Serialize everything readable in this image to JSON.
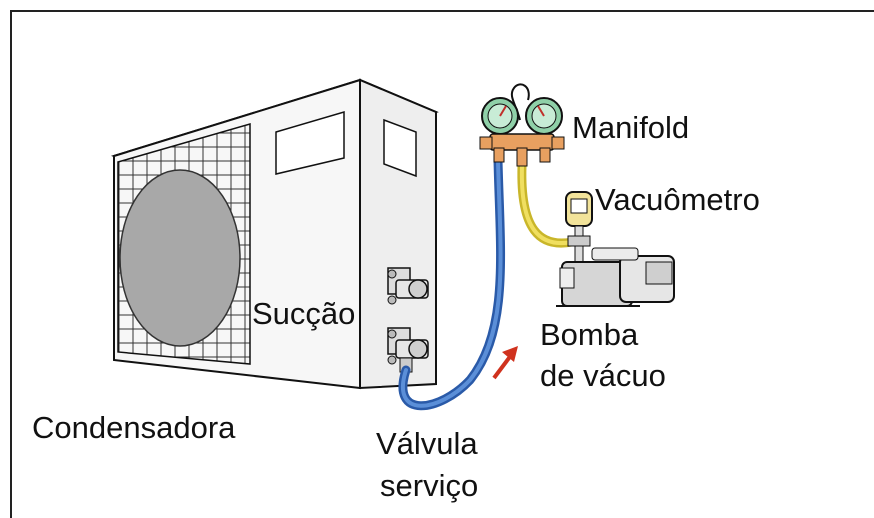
{
  "labels": {
    "condensadora": "Condensadora",
    "succao": "Sucção",
    "manifold": "Manifold",
    "vacuometro": "Vacuômetro",
    "bomba_line1": "Bomba",
    "bomba_line2": "de vácuo",
    "valvula_line1": "Válvula",
    "valvula_line2": "serviço"
  },
  "colors": {
    "hose_blue": "#3b6fc4",
    "hose_yellow": "#e8d54a",
    "gauge_green": "#8fd0a8",
    "manifold_body": "#e8a060",
    "arrow_red": "#d0321e",
    "outline": "#111111"
  }
}
